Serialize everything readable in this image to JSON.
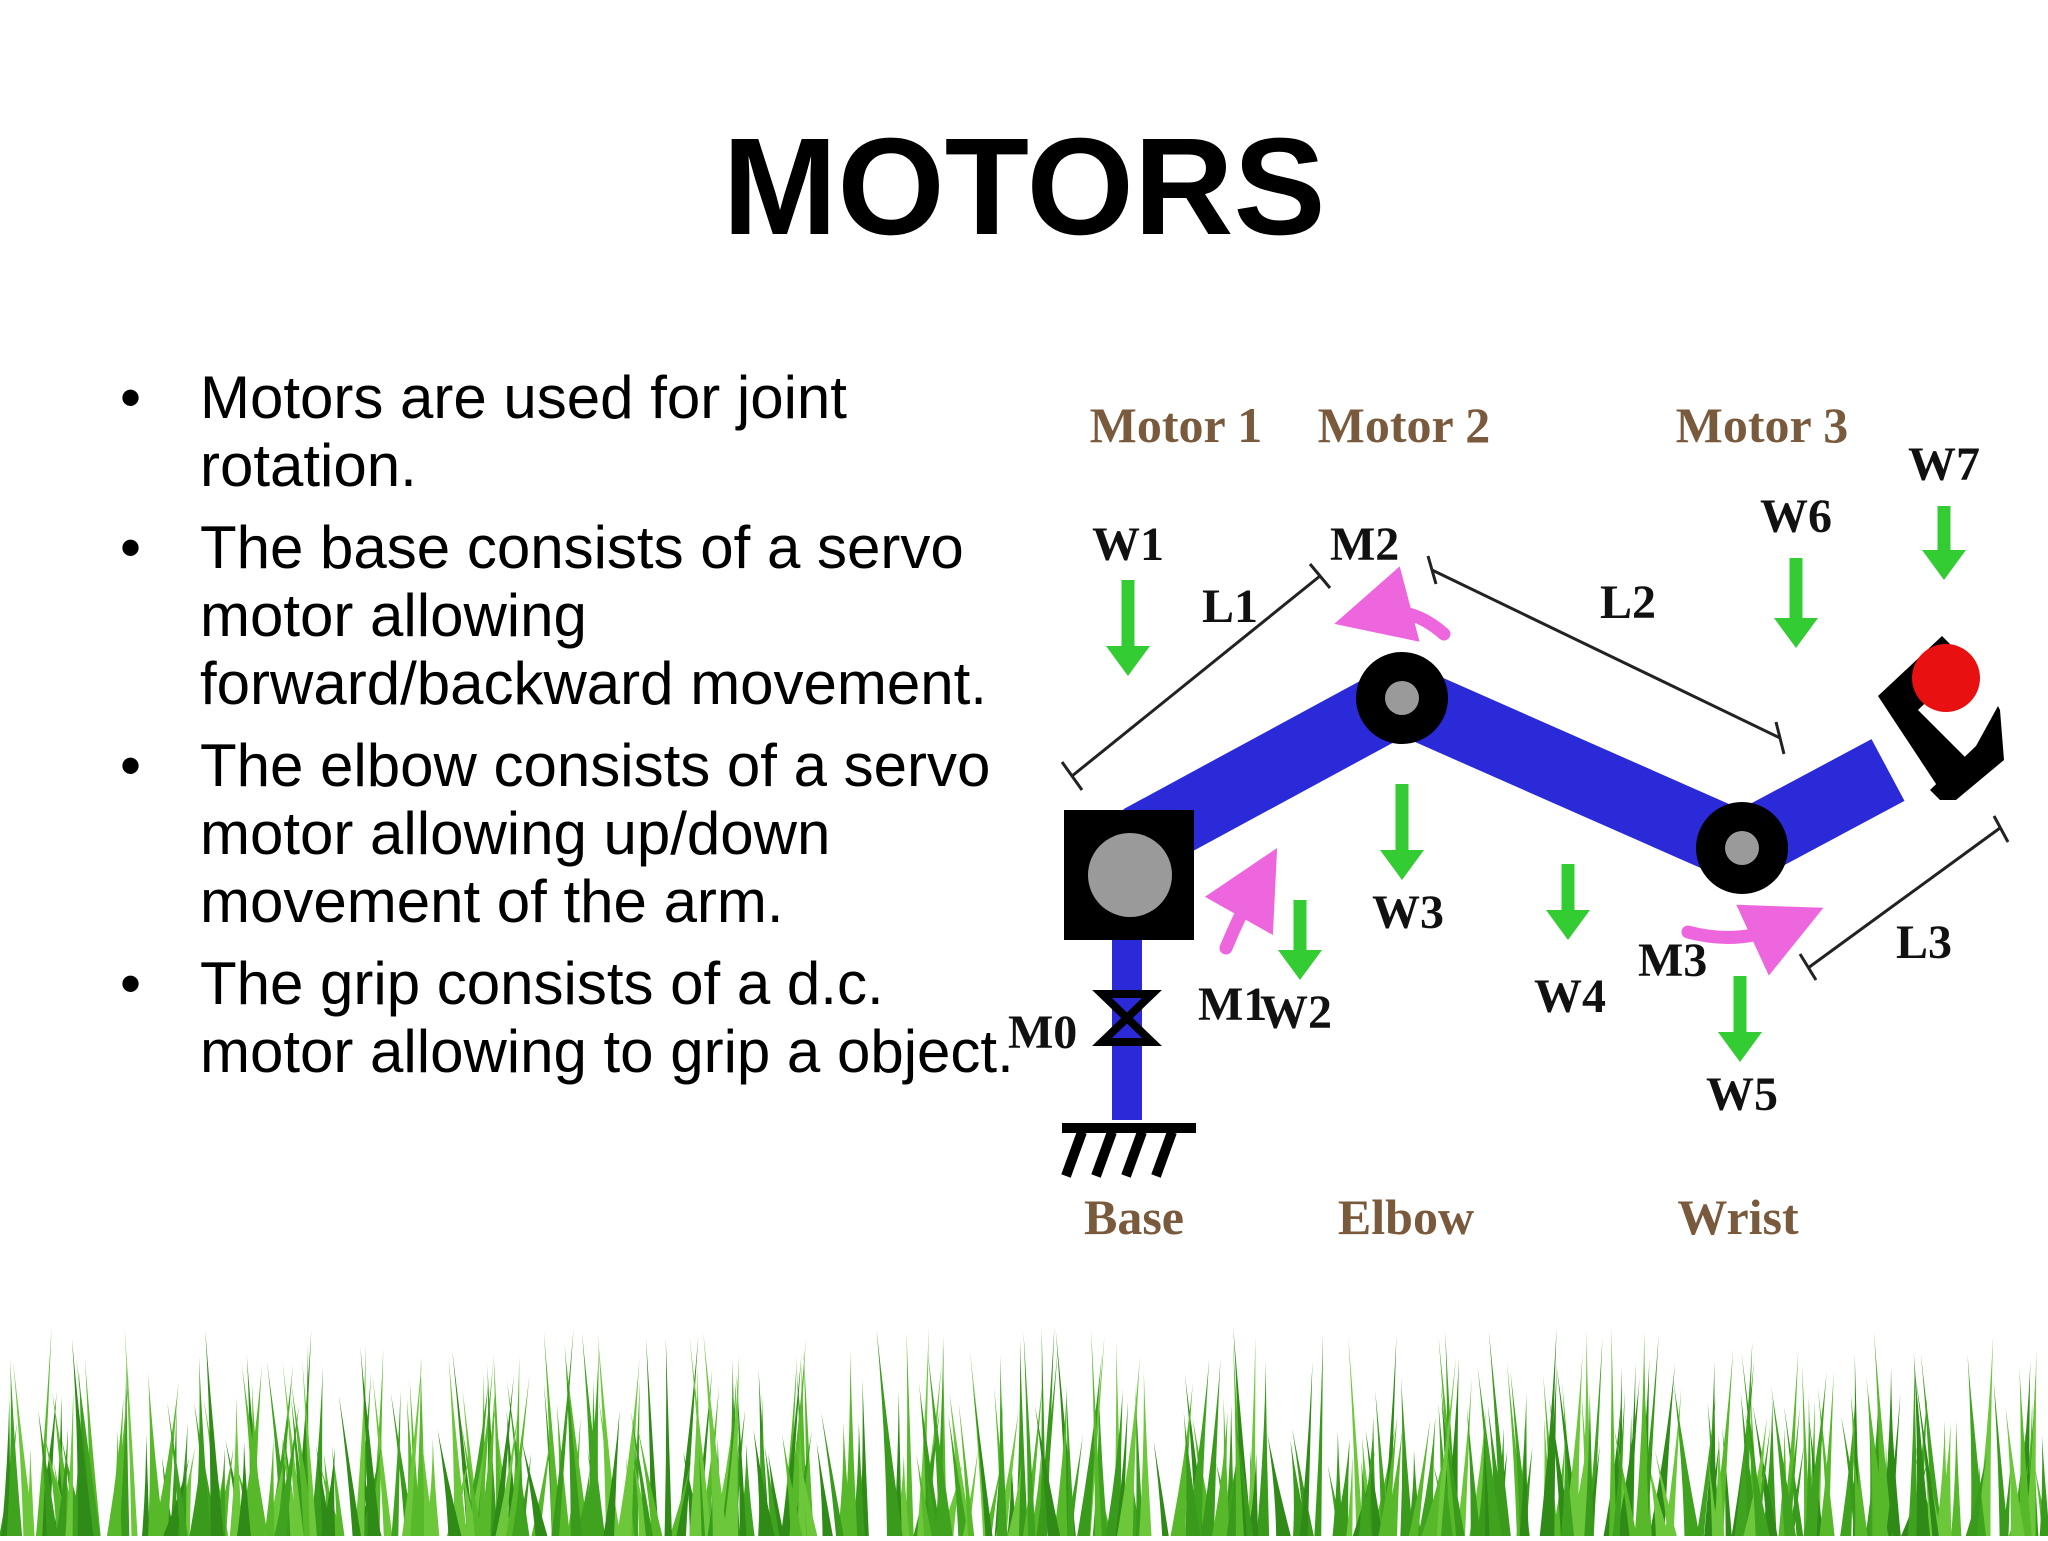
{
  "slide": {
    "title": "MOTORS",
    "bullets": [
      "Motors are used for joint rotation.",
      "The base consists of a servo motor allowing forward/backward movement.",
      "The  elbow consists of a servo motor allowing up/down movement of the arm.",
      "The grip consists of a d.c. motor allowing to grip a object."
    ],
    "bullet_symbol": "•"
  },
  "diagram": {
    "motor_labels": [
      "Motor 1",
      "Motor 2",
      "Motor 3"
    ],
    "joint_labels": [
      "Base",
      "Elbow",
      "Wrist"
    ],
    "weights": [
      "W1",
      "W2",
      "W3",
      "W4",
      "W5",
      "W6",
      "W7"
    ],
    "motors": [
      "M0",
      "M1",
      "M2",
      "M3"
    ],
    "links": [
      "L1",
      "L2",
      "L3"
    ],
    "colors": {
      "link": "#2a2ad8",
      "label_brown": "#7a5a3c",
      "arrow_green": "#33cc33",
      "rotation_pink": "#ee66dd",
      "object_red": "#e81010",
      "joint_gray": "#9a9a9a"
    }
  },
  "decor": {
    "grass_color": "#3fa31f"
  }
}
